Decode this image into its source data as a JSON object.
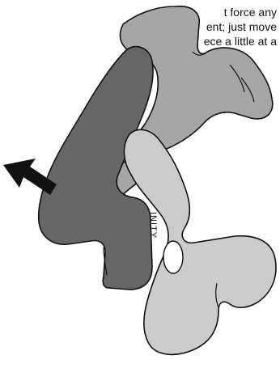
{
  "caption": {
    "lines": [
      "t force any",
      "ent; just move",
      "ece a little at a"
    ]
  },
  "pieces": {
    "colors": {
      "dark": "#666666",
      "medium": "#a6a6a6",
      "light": "#cccccc",
      "outline": "#111111",
      "arrow": "#111111"
    },
    "engraving": "INITY",
    "arrow_direction": "up-left"
  }
}
